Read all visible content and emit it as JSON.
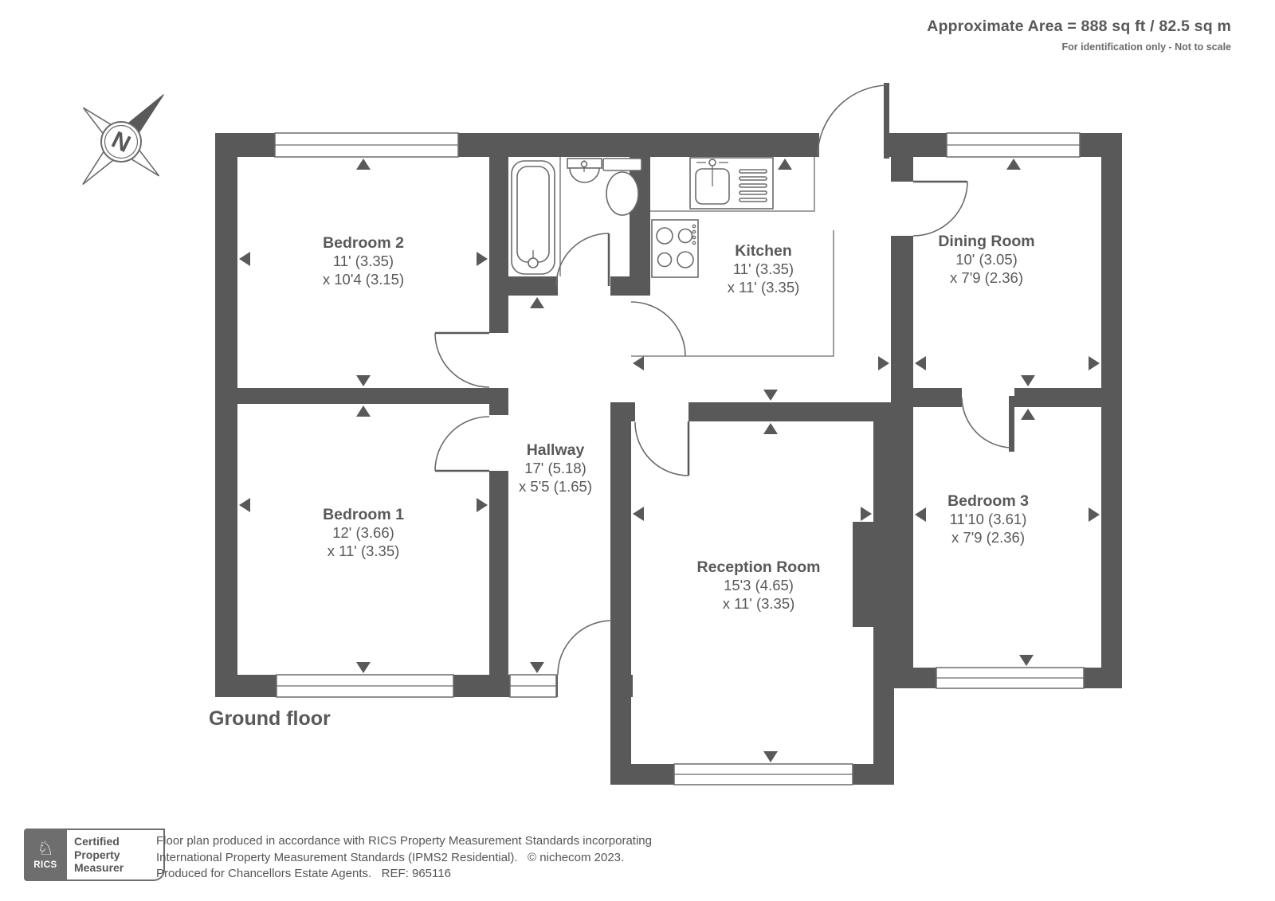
{
  "header": {
    "area_line": "Approximate Area = 888 sq ft / 82.5 sq m",
    "note_line": "For identification only - Not to scale"
  },
  "compass": {
    "letter": "N"
  },
  "floor_label": "Ground floor",
  "rooms": [
    {
      "name": "Bedroom 2",
      "dim1": "11' (3.35)",
      "dim2": "x 10'4 (3.15)"
    },
    {
      "name": "Bedroom 1",
      "dim1": "12' (3.66)",
      "dim2": "x 11' (3.35)"
    },
    {
      "name": "Hallway",
      "dim1": "17' (5.18)",
      "dim2": "x 5'5 (1.65)"
    },
    {
      "name": "Kitchen",
      "dim1": "11' (3.35)",
      "dim2": "x 11' (3.35)"
    },
    {
      "name": "Dining Room",
      "dim1": "10' (3.05)",
      "dim2": "x 7'9 (2.36)"
    },
    {
      "name": "Reception Room",
      "dim1": "15'3 (4.65)",
      "dim2": "x 11' (3.35)"
    },
    {
      "name": "Bedroom 3",
      "dim1": "11'10 (3.61)",
      "dim2": "x 7'9 (2.36)"
    }
  ],
  "footer": {
    "logo": {
      "org": "RICS",
      "line1": "Certified",
      "line2": "Property",
      "line3": "Measurer"
    },
    "disclaimer_line1": "Floor plan produced in accordance with RICS Property Measurement Standards incorporating",
    "disclaimer_line2": "International Property Measurement Standards (IPMS2 Residential).   © nichecom 2023.",
    "disclaimer_line3": "Produced for Chancellors Estate Agents.   REF: 965116"
  },
  "colors": {
    "wall": "#595959",
    "line": "#6b6b6b",
    "text": "#595959"
  }
}
